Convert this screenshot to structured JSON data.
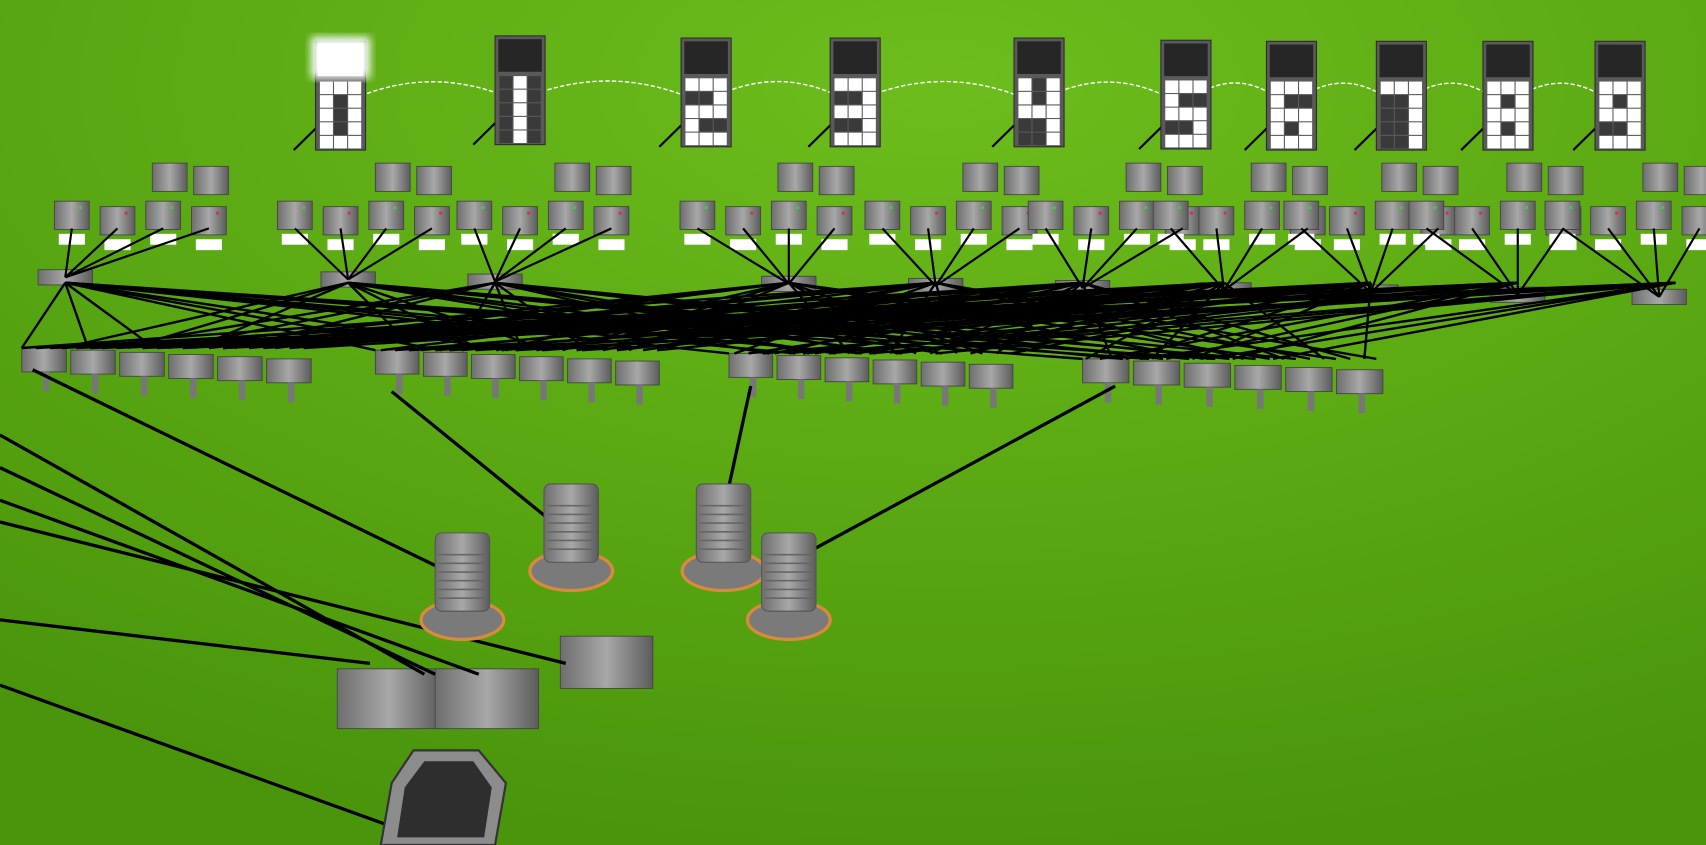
{
  "scene": {
    "ground_color": "#55a010",
    "ground_highlight": "#6cbd1c",
    "wire_color": "#000000",
    "active_wire_color": "#ffffff",
    "block_color": "#8a8a8a",
    "lit_pixel_color": "#ffffff",
    "unlit_pixel_color": "#3a3a3a",
    "accent_orange": "#d98a3a"
  },
  "displays": {
    "digits_shown": [
      0,
      1,
      2,
      3,
      4,
      5,
      6,
      7,
      8,
      9
    ],
    "lit_header_index": 0
  }
}
